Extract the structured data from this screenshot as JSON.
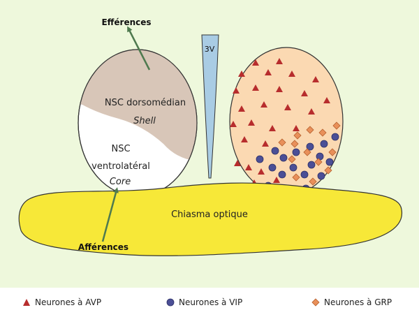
{
  "labels": {
    "efferences": "Efférences",
    "afferences": "Afférences",
    "third_ventricle": "3V",
    "shell_title": "NSC dorsomédian",
    "shell_sub": "Shell",
    "core_line1": "NSC",
    "core_line2": "ventrolatéral",
    "core_sub": "Core",
    "chiasma": "Chiasma optique"
  },
  "legend": [
    {
      "label": "Neurones à AVP",
      "marker": "triangle"
    },
    {
      "label": "Neurones à VIP",
      "marker": "circle"
    },
    {
      "label": "Neurones à GRP",
      "marker": "diamond"
    }
  ],
  "colors": {
    "background": "#eef8dc",
    "chiasma": "#f7e838",
    "shell": "#d8c6b8",
    "core": "#ffffff",
    "right_nucleus": "#fbd9b2",
    "ventricle": "#a9cce4",
    "arrow": "#4f7a4f",
    "avp": "#b72d2d",
    "vip": "#4b4f96",
    "grp": "#e9905a"
  }
}
